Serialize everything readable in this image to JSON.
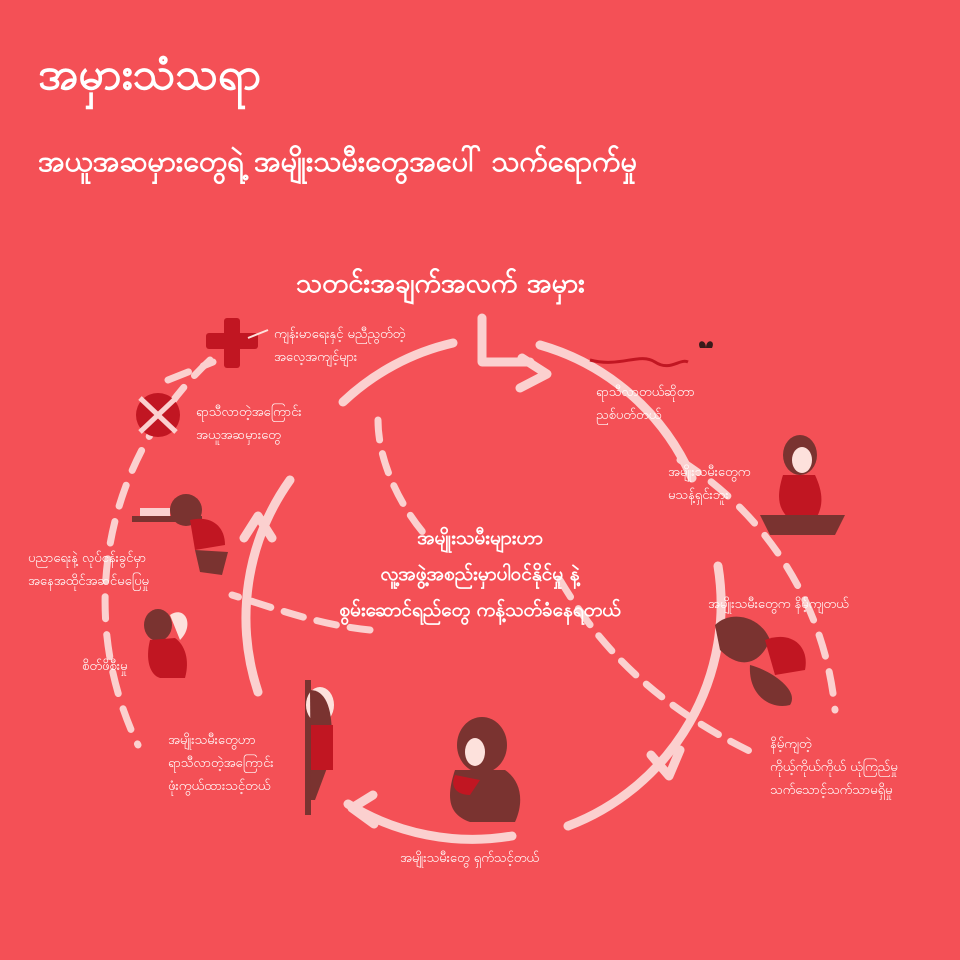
{
  "title": "အမှားသံသရာ",
  "subtitle": "အယူအဆမှားတွေရဲ့ အမျိုးသမီးတွေအပေါ် သက်ရောက်မှု",
  "section_heading": "သတင်းအချက်အလက် အမှား",
  "center_text": {
    "line1": "အမျိုးသမီးများဟာ",
    "line2": "လူ့အဖွဲ့အစည်းမှာပါဝင်နိုင်မှု နဲ့",
    "line3": "စွမ်းဆောင်ရည်တွေ ကန့်သတ်ခံနေရတယ်"
  },
  "labels": {
    "nurse_advice": {
      "line1": "ကျန်းမာရေးနှင့် မညီညွတ်တဲ့",
      "line2": "အလေ့အကျင့်များ"
    },
    "period_beliefs": {
      "line1": "ရာသီလာတဲ့အကြောင်း",
      "line2": "အယူအဆမှားတွေ"
    },
    "period_dirty": {
      "line1": "ရာသီလာတယ်ဆိုတာ",
      "line2": "ညစ်ပတ်တယ်"
    },
    "women_unclean": {
      "line1": "အမျိုးသမီးတွေက",
      "line2": "မသန့်ရှင်းဘူး"
    },
    "women_low": {
      "line1": "အမျိုးသမီးတွေက နိမ့်ကျတယ်"
    },
    "self_esteem": {
      "line1": "နိမ့်ကျတဲ့",
      "line2": "ကိုယ့်ကိုယ်ကိုယ် ယုံကြည်မှု",
      "line3": "သက်သောင့်သက်သာမရှိမှု"
    },
    "women_shame": {
      "line1": "အမျိုးသမီးတွေ ရှက်သင့်တယ်"
    },
    "hide_period": {
      "line1": "အမျိုးသမီးတွေဟာ",
      "line2": "ရာသီလာတဲ့အကြောင်း",
      "line3": "ဖုံးကွယ်ထားသင့်တယ်"
    },
    "stress": {
      "line1": "စိတ်ဖိစီးမှု"
    },
    "education_work": {
      "line1": "ပညာရေးနဲ့ လုပ်ငန်းခွင်မှာ",
      "line2": "အနေအထိုင်အဆင်မပြေမှု"
    }
  },
  "colors": {
    "background": "#f45056",
    "cycle": "#fbd0cf",
    "dark_red": "#c11622",
    "hair": "#7a3330",
    "skin": "#fde1dc"
  }
}
